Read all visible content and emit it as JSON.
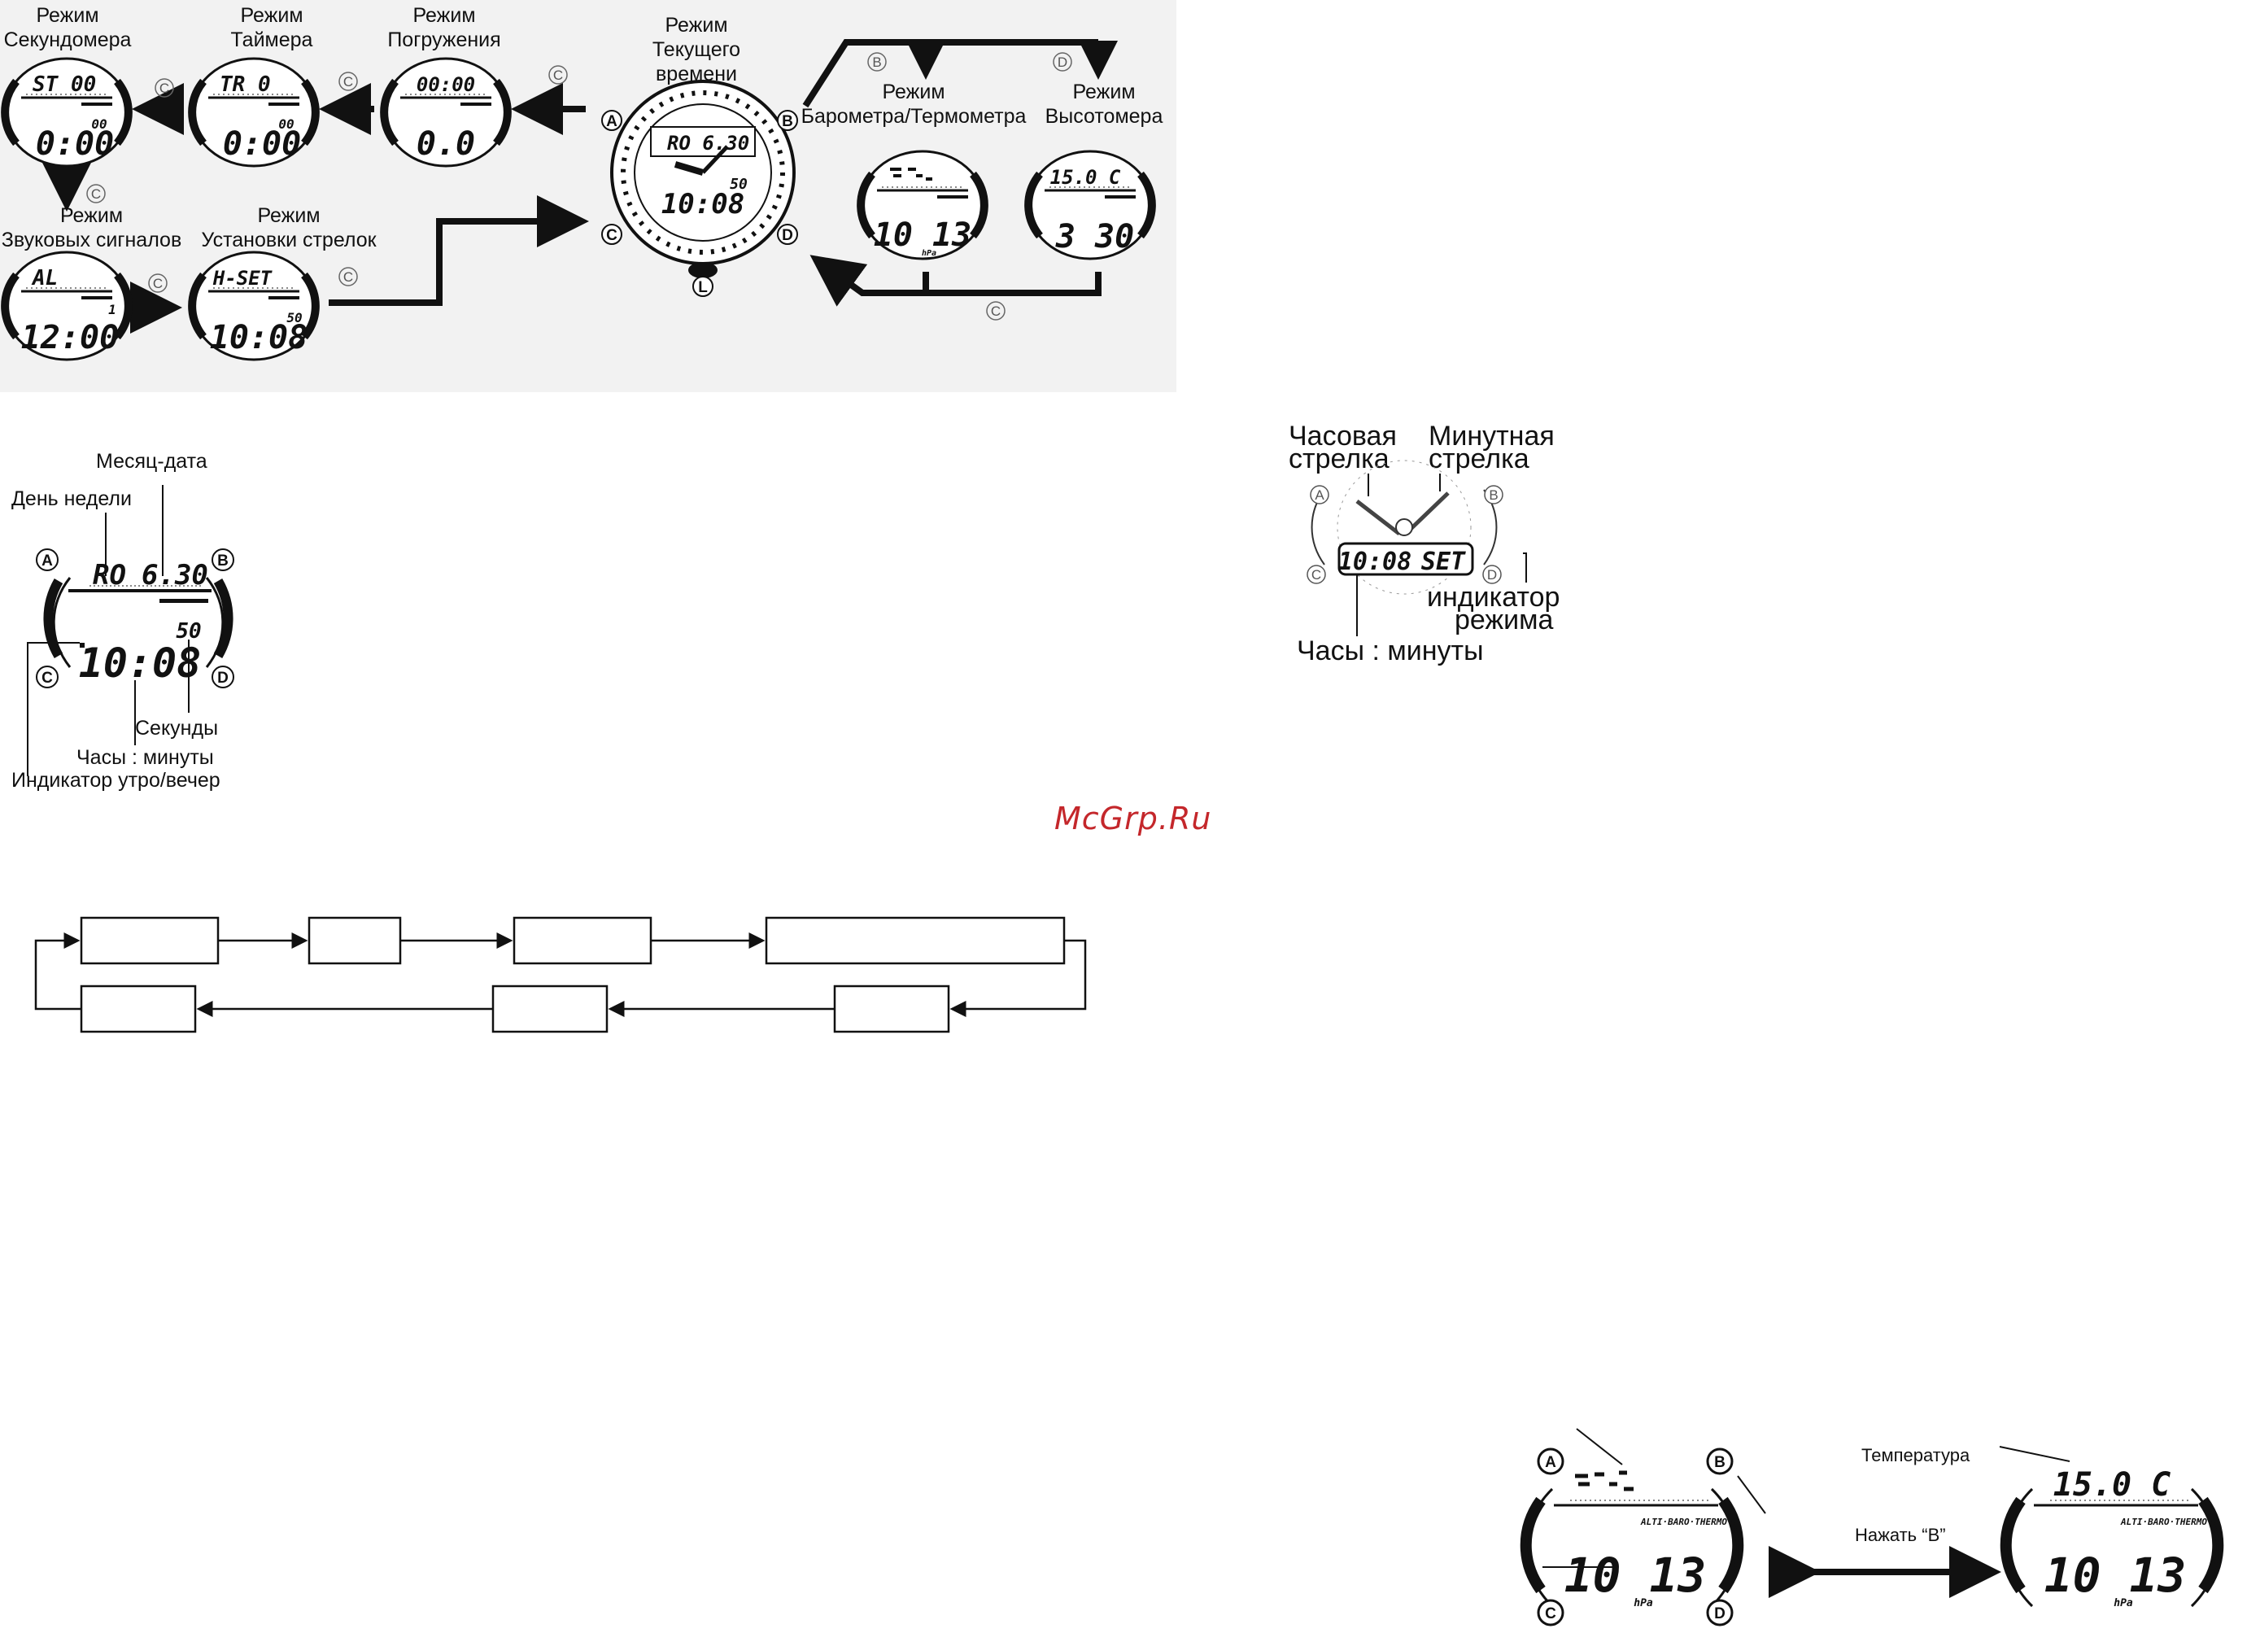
{
  "mode_labels": {
    "stopwatch": [
      "Режим",
      "Секундомера"
    ],
    "timer": [
      "Режим",
      "Таймера"
    ],
    "dive": [
      "Режим",
      "Погружения"
    ],
    "current_time": [
      "Режим",
      "Текущего",
      "времени"
    ],
    "barometer": [
      "Режим",
      "Барометра/Термометра"
    ],
    "altimeter": [
      "Режим",
      "Высотомера"
    ],
    "alarm": [
      "Режим",
      "Звуковых сигналов"
    ],
    "hand_set": [
      "Режим",
      "Установки стрелок"
    ]
  },
  "buttons": {
    "a": "A",
    "b": "B",
    "c": "C",
    "d": "D",
    "l": "L"
  },
  "watch_displays": {
    "stopwatch": {
      "top": "ST  00",
      "sub": "00",
      "main": "0:00"
    },
    "timer": {
      "top": "TR    0",
      "sub": "00",
      "main": "0:00"
    },
    "dive": {
      "top": "00:00",
      "main": "0.0"
    },
    "current": {
      "top": "RO  6.30",
      "sub": "50",
      "main": "10:08"
    },
    "barometer": {
      "main": "10 13",
      "unit": "hPa"
    },
    "altimeter": {
      "top": "15.0  C",
      "main": "3 30"
    },
    "alarm": {
      "top": "AL",
      "sub": "1",
      "main": "12:00"
    },
    "hand_set": {
      "top": "H-SET",
      "sub": "50",
      "main": "10:08"
    }
  },
  "current_time_labels": {
    "month_date": "Месяц-дата",
    "weekday": "День недели",
    "seconds": "Секунды",
    "hours_minutes": "Часы : минуты",
    "ampm": "Индикатор утро/вечер",
    "display": {
      "top_left": "RO",
      "top_right": "6.30",
      "sub": "50",
      "main": "10:08"
    }
  },
  "hand_set_labels": {
    "hour_hand": [
      "Часовая",
      "стрелка"
    ],
    "minute_hand": [
      "Минутная",
      "стрелка"
    ],
    "mode_indicator": [
      "индикатор",
      "режима"
    ],
    "hours_minutes": "Часы : минуты",
    "display": {
      "time": "10:08",
      "mode": "SET"
    }
  },
  "watermark": "McGrp.Ru",
  "bottom": {
    "temperature": "Температура",
    "press_b": "Нажать “B”",
    "left_display": {
      "main": "10 13",
      "unit": "hPa"
    },
    "right_display": {
      "top": "15.0  C",
      "main": "10 13",
      "unit": "hPa"
    }
  }
}
